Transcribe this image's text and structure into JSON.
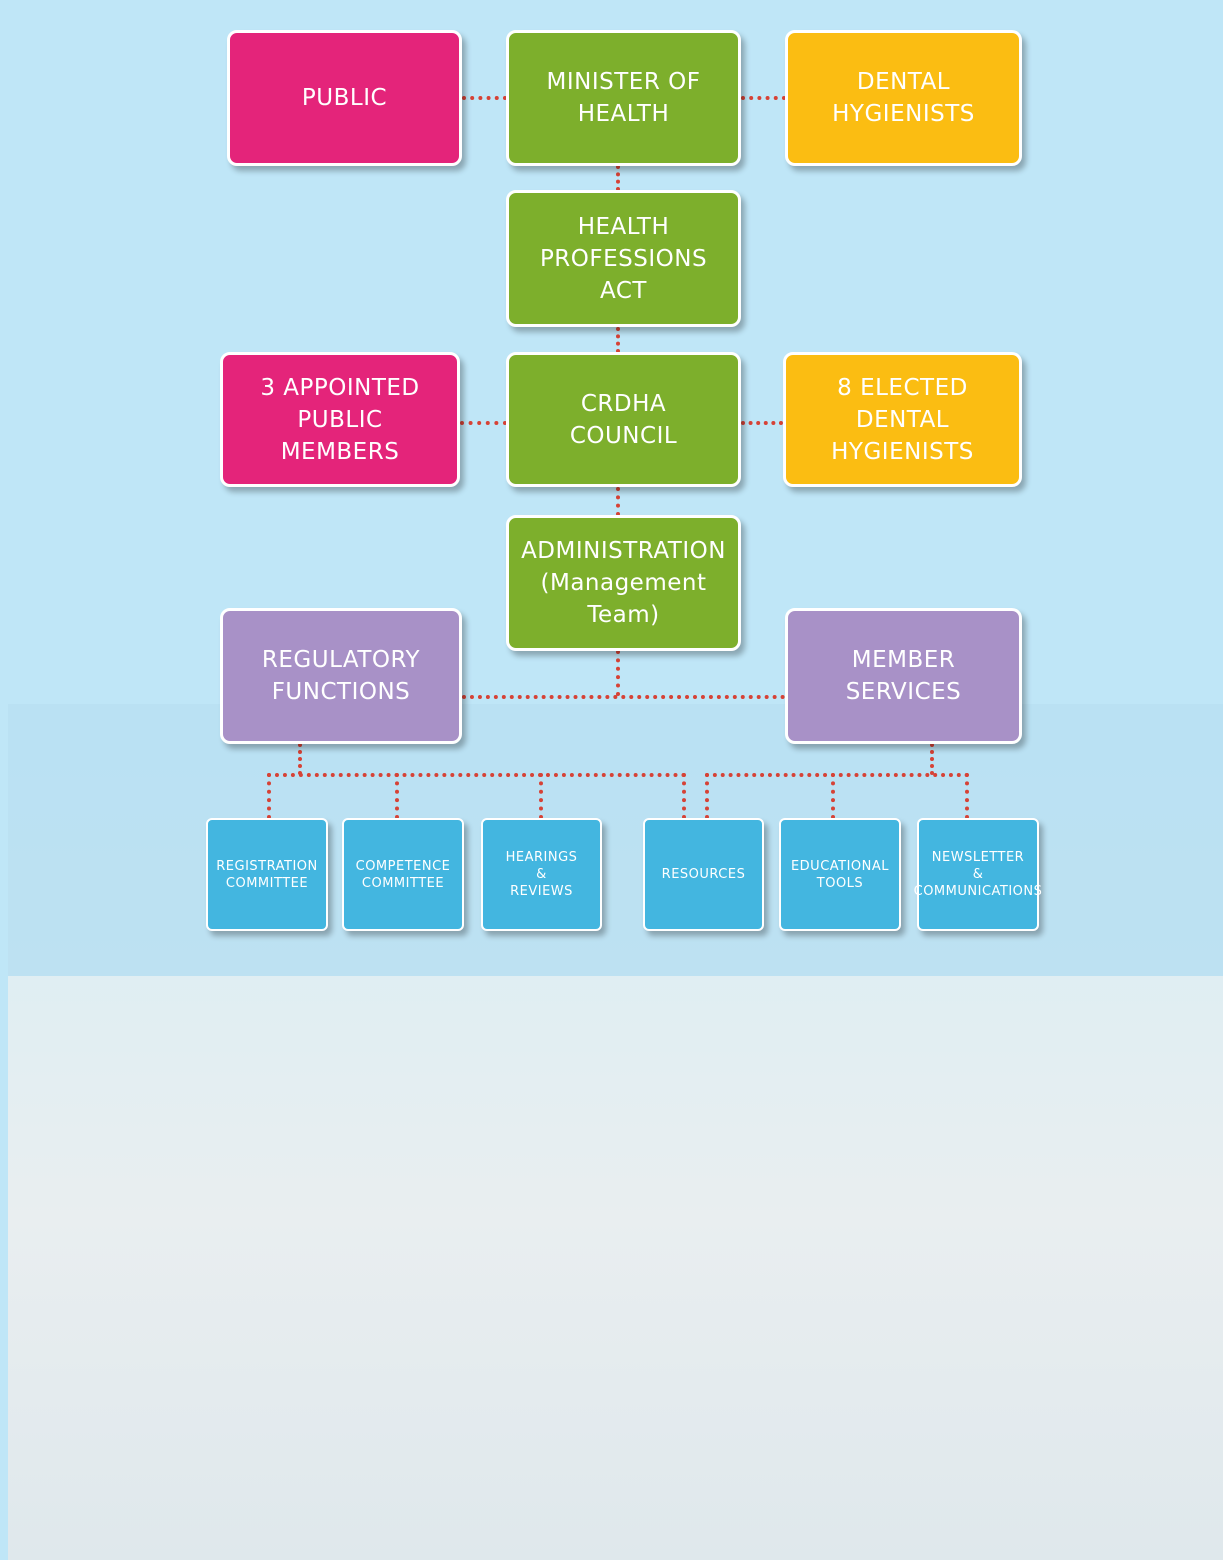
{
  "org_chart": {
    "public": "PUBLIC",
    "minister": "MINISTER OF\nHEALTH",
    "dental_hygienists": "DENTAL\nHYGIENISTS",
    "health_professions_act": "HEALTH\nPROFESSIONS\nACT",
    "appointed_public_members": "3 APPOINTED\nPUBLIC\nMEMBERS",
    "council": "CRDHA\nCOUNCIL",
    "elected_dental_hygienists": "8 ELECTED\nDENTAL\nHYGIENISTS",
    "administration": "ADMINISTRATION\n(Management\nTeam)",
    "regulatory_functions": "REGULATORY\nFUNCTIONS",
    "member_services": "MEMBER\nSERVICES",
    "regulatory_children": [
      "REGISTRATION\nCOMMITTEE",
      "COMPETENCE\nCOMMITTEE",
      "HEARINGS\n&\nREVIEWS"
    ],
    "member_children": [
      "RESOURCES",
      "EDUCATIONAL\nTOOLS",
      "NEWSLETTER\n&\nCOMMUNICATIONS"
    ]
  },
  "colors": {
    "public_side": "#e4247a",
    "government": "#7daf2c",
    "profession_side": "#fbbd12",
    "operations": "#a891c7",
    "programs": "#43b6e0",
    "connector": "#d64236",
    "background": "#bfe6f7"
  }
}
